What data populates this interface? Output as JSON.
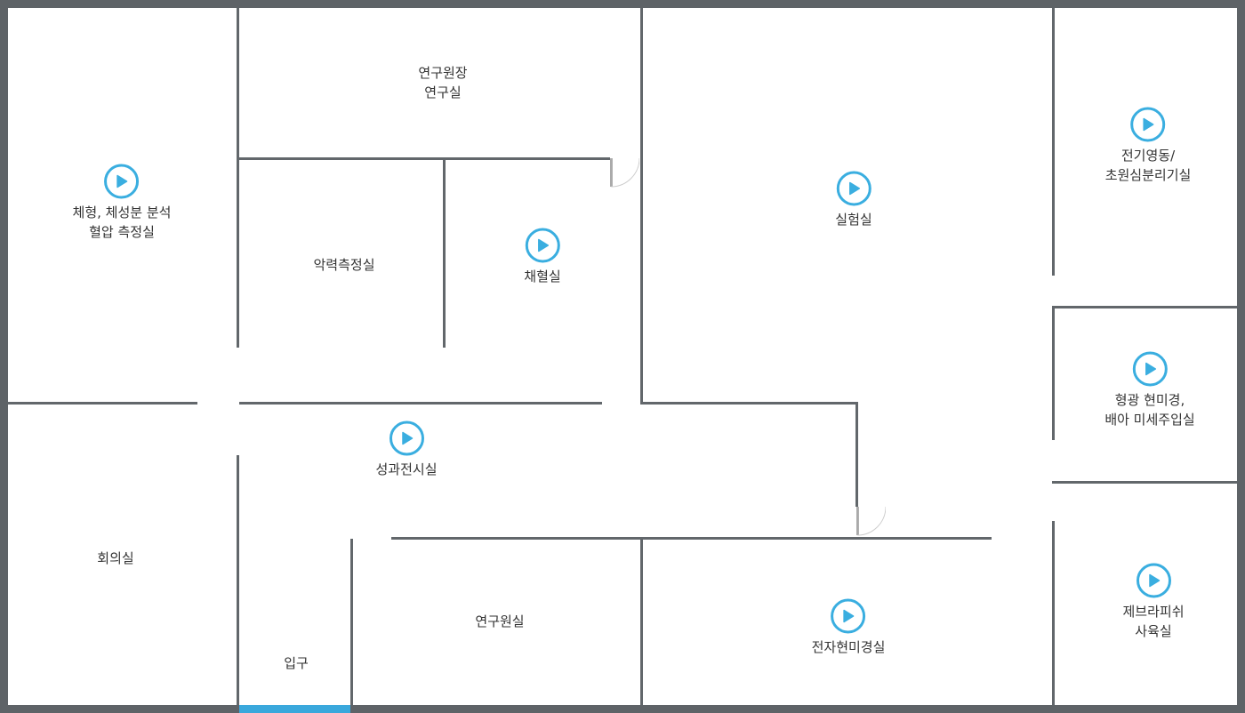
{
  "floor_plan": {
    "accent_color": "#3aaee0",
    "wall_color": "#62676b",
    "rooms": [
      {
        "id": "body-composition",
        "lines": [
          "체형, 체성분 분석",
          "혈압 측정실"
        ],
        "video": true
      },
      {
        "id": "director-office",
        "lines": [
          "연구원장",
          "연구실"
        ],
        "video": false
      },
      {
        "id": "grip-strength",
        "lines": [
          "악력측정실"
        ],
        "video": false
      },
      {
        "id": "blood-collection",
        "lines": [
          "채혈실"
        ],
        "video": true
      },
      {
        "id": "laboratory",
        "lines": [
          "실험실"
        ],
        "video": true
      },
      {
        "id": "electrophoresis",
        "lines": [
          "전기영동/",
          "초원심분리기실"
        ],
        "video": true
      },
      {
        "id": "fluorescence-microscope",
        "lines": [
          "형광 현미경,",
          "배아 미세주입실"
        ],
        "video": true
      },
      {
        "id": "exhibition",
        "lines": [
          "성과전시실"
        ],
        "video": true
      },
      {
        "id": "meeting-room",
        "lines": [
          "회의실"
        ],
        "video": false
      },
      {
        "id": "researcher-office",
        "lines": [
          "연구원실"
        ],
        "video": false
      },
      {
        "id": "electron-microscope",
        "lines": [
          "전자현미경실"
        ],
        "video": true
      },
      {
        "id": "zebrafish",
        "lines": [
          "제브라피쉬",
          "사육실"
        ],
        "video": true
      },
      {
        "id": "entrance",
        "lines": [
          "입구"
        ],
        "video": false
      }
    ]
  }
}
